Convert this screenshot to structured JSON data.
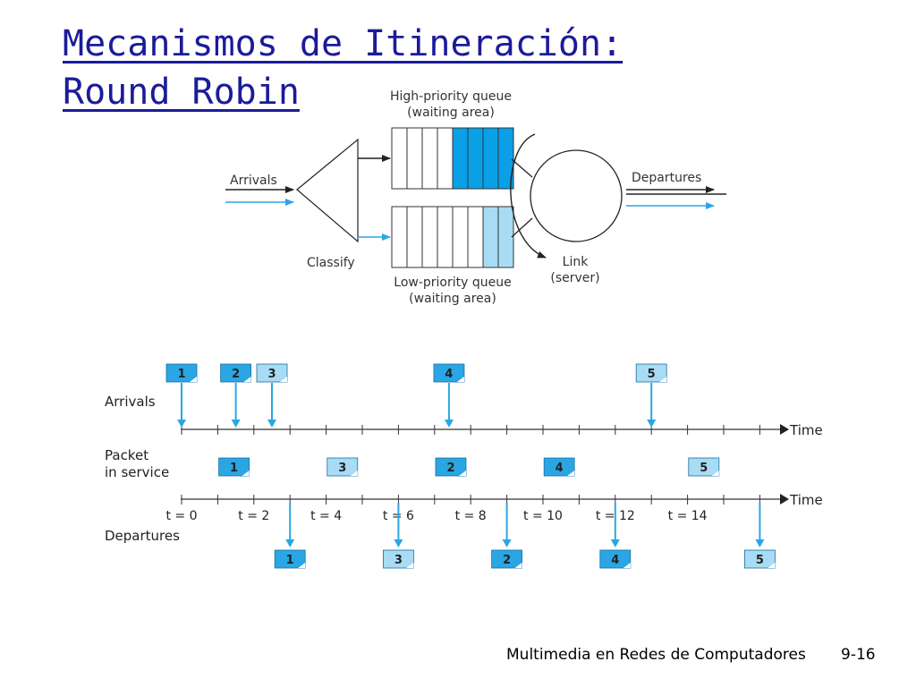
{
  "slide": {
    "title": "Mecanismos de Itineración: Round Robin",
    "footer": "Multimedia en Redes de Computadores",
    "page": "9-16"
  },
  "diagram": {
    "labels": {
      "high_queue_line1": "High-priority queue",
      "high_queue_line2": "(waiting area)",
      "low_queue_line1": "Low-priority queue",
      "low_queue_line2": "(waiting area)",
      "arrivals": "Arrivals",
      "departures": "Departures",
      "classify": "Classify",
      "link_line1": "Link",
      "link_line2": "(server)"
    },
    "high_queue": {
      "slots": 8,
      "filled": 4,
      "color": "#0aa0e8"
    },
    "low_queue": {
      "slots": 8,
      "filled": 2,
      "color": "#a8dcf4"
    }
  },
  "timeline": {
    "labels": {
      "arrivals": "Arrivals",
      "service_line1": "Packet",
      "service_line2": "in service",
      "departures": "Departures",
      "time": "Time"
    },
    "tick_labels": [
      "t = 0",
      "t = 2",
      "t = 4",
      "t = 6",
      "t = 8",
      "t = 10",
      "t = 12",
      "t = 14"
    ],
    "high_color": "#2aa6e4",
    "low_color": "#a8dcf4",
    "arrivals": [
      {
        "id": "1",
        "t": 0,
        "class": "high"
      },
      {
        "id": "2",
        "t": 1.5,
        "class": "high"
      },
      {
        "id": "3",
        "t": 2.5,
        "class": "low"
      },
      {
        "id": "4",
        "t": 7.4,
        "class": "high"
      },
      {
        "id": "5",
        "t": 13,
        "class": "low"
      }
    ],
    "service": [
      {
        "id": "1",
        "start": 1,
        "class": "high"
      },
      {
        "id": "3",
        "start": 4,
        "class": "low"
      },
      {
        "id": "2",
        "start": 7,
        "class": "high"
      },
      {
        "id": "4",
        "start": 10,
        "class": "high"
      },
      {
        "id": "5",
        "start": 14,
        "class": "low"
      }
    ],
    "departures": [
      {
        "id": "1",
        "t": 3,
        "class": "high"
      },
      {
        "id": "3",
        "t": 6,
        "class": "low"
      },
      {
        "id": "2",
        "t": 9,
        "class": "high"
      },
      {
        "id": "4",
        "t": 12,
        "class": "high"
      },
      {
        "id": "5",
        "t": 16,
        "class": "low"
      }
    ]
  }
}
